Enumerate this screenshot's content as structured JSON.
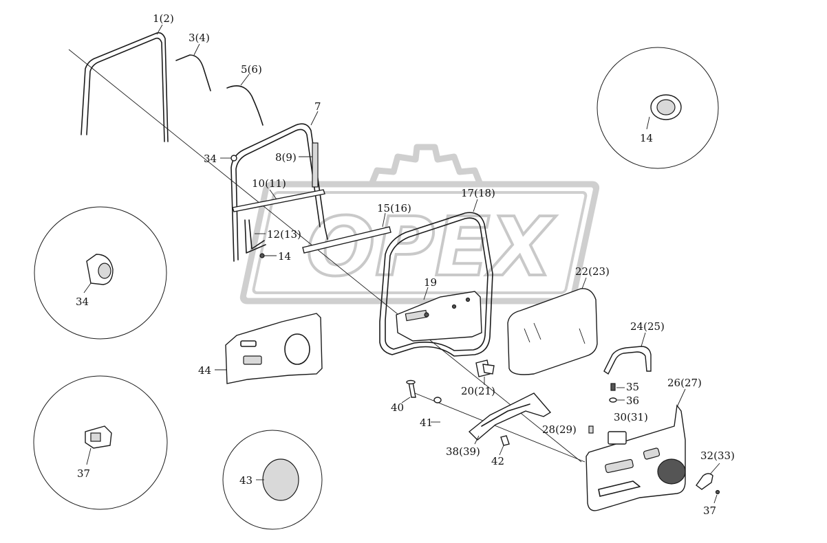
{
  "watermark": {
    "text": "OPEX"
  },
  "callouts": {
    "c1": "1(2)",
    "c3": "3(4)",
    "c5": "5(6)",
    "c7": "7",
    "c8": "8(9)",
    "c10": "10(11)",
    "c12": "12(13)",
    "c14a": "14",
    "c14b": "14",
    "c15": "15(16)",
    "c17": "17(18)",
    "c19": "19",
    "c20": "20(21)",
    "c22": "22(23)",
    "c24": "24(25)",
    "c26": "26(27)",
    "c28": "28(29)",
    "c30": "30(31)",
    "c32": "32(33)",
    "c34a": "34",
    "c34b": "34",
    "c35": "35",
    "c36": "36",
    "c37a": "37",
    "c37b": "37",
    "c38": "38(39)",
    "c40": "40",
    "c41": "41",
    "c42": "42",
    "c43": "43",
    "c44": "44"
  },
  "colors": {
    "line": "#1a1a1a",
    "watermark": "#cfcfcf",
    "background": "#ffffff"
  }
}
